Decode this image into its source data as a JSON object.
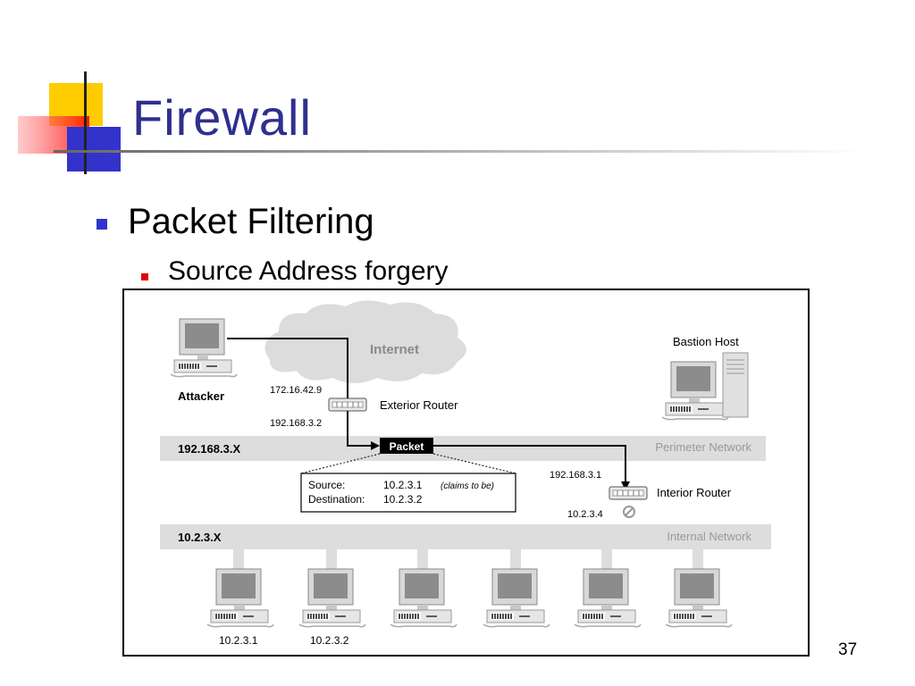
{
  "slide": {
    "title": "Firewall",
    "bullet_level1": "Packet Filtering",
    "bullet_level2": "Source Address forgery",
    "page_number": "37"
  },
  "diagram": {
    "cloud_label": "Internet",
    "attacker_label": "Attacker",
    "bastion_label": "Bastion Host",
    "exterior_router_label": "Exterior Router",
    "exterior_router_ip_top": "172.16.42.9",
    "exterior_router_ip_bottom": "192.168.3.2",
    "perimeter_net_left": "192.168.3.X",
    "perimeter_net_right": "Perimeter Network",
    "packet_label": "Packet",
    "packet_source_key": "Source:",
    "packet_source_val": "10.2.3.1",
    "packet_source_note": "(claims to be)",
    "packet_dest_key": "Destination:",
    "packet_dest_val": "10.2.3.2",
    "interior_router_label": "Interior Router",
    "interior_router_ip_top": "192.168.3.1",
    "interior_router_ip_bottom": "10.2.3.4",
    "internal_net_left": "10.2.3.X",
    "internal_net_right": "Internal Network",
    "host1_ip": "10.2.3.1",
    "host2_ip": "10.2.3.2"
  },
  "colors": {
    "title": "#2f2f8f",
    "bullet1": "#3333cc",
    "bullet2": "#e00000",
    "network_band": "#dddddd",
    "cloud": "#d8d8d8"
  }
}
